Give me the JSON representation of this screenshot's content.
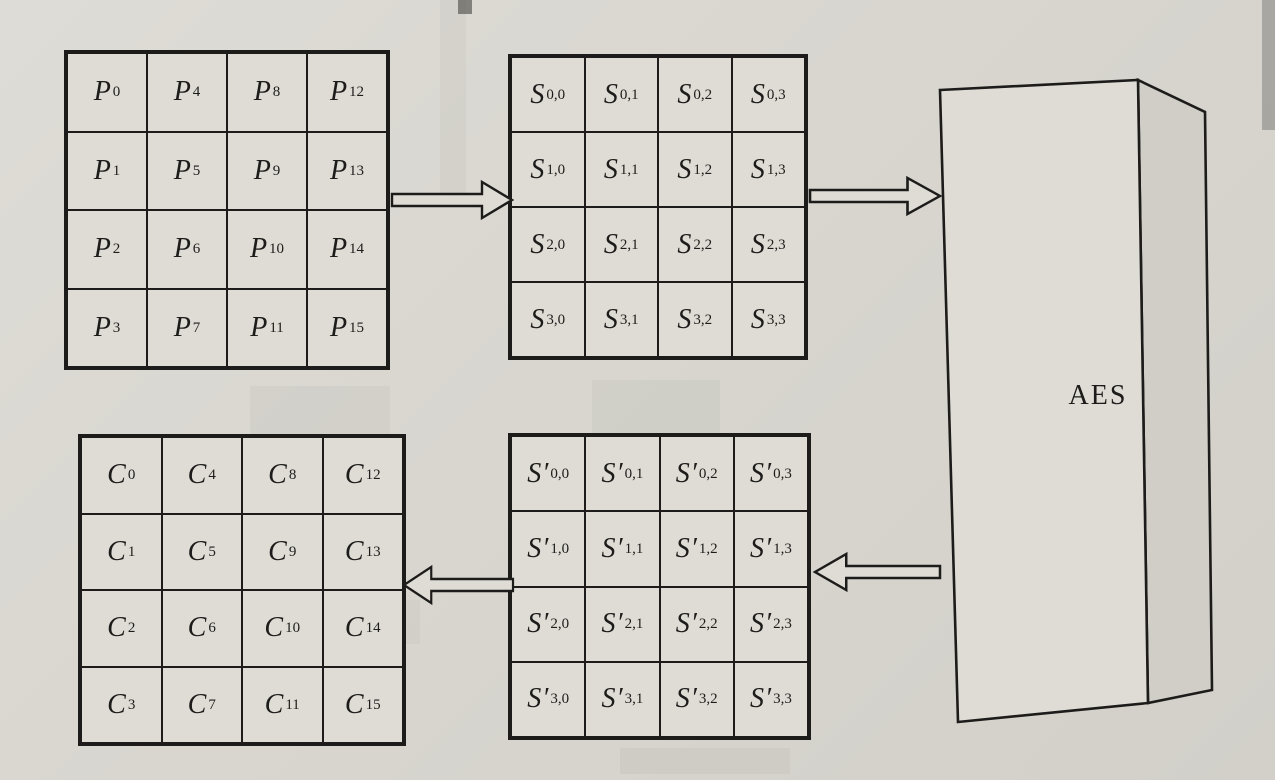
{
  "theme": {
    "paper": "#d8d6cf",
    "paper-light": "#dedcd5",
    "paper-dark": "#d0cec7",
    "ink": "#1d1c1a"
  },
  "aes_label": "AES",
  "matrices": {
    "plaintext": {
      "prime": false,
      "rows": [
        [
          {
            "b": "P",
            "s": "0"
          },
          {
            "b": "P",
            "s": "4"
          },
          {
            "b": "P",
            "s": "8"
          },
          {
            "b": "P",
            "s": "12"
          }
        ],
        [
          {
            "b": "P",
            "s": "1"
          },
          {
            "b": "P",
            "s": "5"
          },
          {
            "b": "P",
            "s": "9"
          },
          {
            "b": "P",
            "s": "13"
          }
        ],
        [
          {
            "b": "P",
            "s": "2"
          },
          {
            "b": "P",
            "s": "6"
          },
          {
            "b": "P",
            "s": "10"
          },
          {
            "b": "P",
            "s": "14"
          }
        ],
        [
          {
            "b": "P",
            "s": "3"
          },
          {
            "b": "P",
            "s": "7"
          },
          {
            "b": "P",
            "s": "11"
          },
          {
            "b": "P",
            "s": "15"
          }
        ]
      ]
    },
    "state_in": {
      "prime": false,
      "rows": [
        [
          {
            "b": "S",
            "s": "0,0"
          },
          {
            "b": "S",
            "s": "0,1"
          },
          {
            "b": "S",
            "s": "0,2"
          },
          {
            "b": "S",
            "s": "0,3"
          }
        ],
        [
          {
            "b": "S",
            "s": "1,0"
          },
          {
            "b": "S",
            "s": "1,1"
          },
          {
            "b": "S",
            "s": "1,2"
          },
          {
            "b": "S",
            "s": "1,3"
          }
        ],
        [
          {
            "b": "S",
            "s": "2,0"
          },
          {
            "b": "S",
            "s": "2,1"
          },
          {
            "b": "S",
            "s": "2,2"
          },
          {
            "b": "S",
            "s": "2,3"
          }
        ],
        [
          {
            "b": "S",
            "s": "3,0"
          },
          {
            "b": "S",
            "s": "3,1"
          },
          {
            "b": "S",
            "s": "3,2"
          },
          {
            "b": "S",
            "s": "3,3"
          }
        ]
      ]
    },
    "state_out": {
      "prime": true,
      "rows": [
        [
          {
            "b": "S",
            "s": "0,0"
          },
          {
            "b": "S",
            "s": "0,1"
          },
          {
            "b": "S",
            "s": "0,2"
          },
          {
            "b": "S",
            "s": "0,3"
          }
        ],
        [
          {
            "b": "S",
            "s": "1,0"
          },
          {
            "b": "S",
            "s": "1,1"
          },
          {
            "b": "S",
            "s": "1,2"
          },
          {
            "b": "S",
            "s": "1,3"
          }
        ],
        [
          {
            "b": "S",
            "s": "2,0"
          },
          {
            "b": "S",
            "s": "2,1"
          },
          {
            "b": "S",
            "s": "2,2"
          },
          {
            "b": "S",
            "s": "2,3"
          }
        ],
        [
          {
            "b": "S",
            "s": "3,0"
          },
          {
            "b": "S",
            "s": "3,1"
          },
          {
            "b": "S",
            "s": "3,2"
          },
          {
            "b": "S",
            "s": "3,3"
          }
        ]
      ]
    },
    "ciphertext": {
      "prime": false,
      "rows": [
        [
          {
            "b": "C",
            "s": "0"
          },
          {
            "b": "C",
            "s": "4"
          },
          {
            "b": "C",
            "s": "8"
          },
          {
            "b": "C",
            "s": "12"
          }
        ],
        [
          {
            "b": "C",
            "s": "1"
          },
          {
            "b": "C",
            "s": "5"
          },
          {
            "b": "C",
            "s": "9"
          },
          {
            "b": "C",
            "s": "13"
          }
        ],
        [
          {
            "b": "C",
            "s": "2"
          },
          {
            "b": "C",
            "s": "6"
          },
          {
            "b": "C",
            "s": "10"
          },
          {
            "b": "C",
            "s": "14"
          }
        ],
        [
          {
            "b": "C",
            "s": "3"
          },
          {
            "b": "C",
            "s": "7"
          },
          {
            "b": "C",
            "s": "11"
          },
          {
            "b": "C",
            "s": "15"
          }
        ]
      ]
    }
  }
}
